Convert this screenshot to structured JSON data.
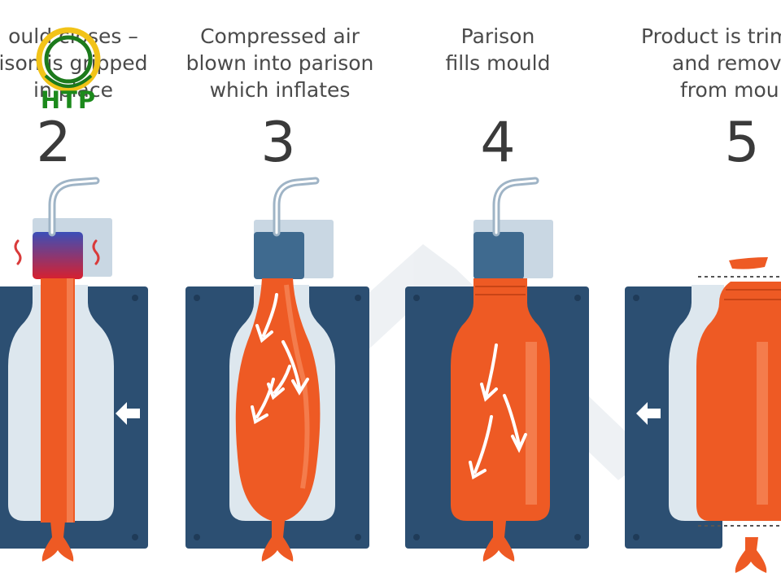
{
  "logo": {
    "text": "HTP",
    "ring_color": "#f2c318",
    "center_color": "#1c7a1c",
    "text_color": "#1c8a1c"
  },
  "steps": [
    {
      "number": "2",
      "caption": [
        "ould closes –",
        "ison is gripped",
        "in place"
      ]
    },
    {
      "number": "3",
      "caption": [
        "Compressed air",
        "blown into parison",
        "which inflates"
      ]
    },
    {
      "number": "4",
      "caption": [
        "Parison",
        "fills mould"
      ]
    },
    {
      "number": "5",
      "caption": [
        "Product is trim",
        "and remov",
        "from mou"
      ]
    }
  ],
  "colors": {
    "mould": "#2c4f72",
    "mould_cavity": "#dde7ee",
    "parison": "#ee5a24",
    "parison_dark": "#c84416",
    "head_block": "#3f6a8f",
    "guide_block": "#c9d7e3",
    "heat": "#d93a3a",
    "arrow": "#ffffff"
  },
  "icons": [
    "air-tube-icon",
    "heat-wave-icon",
    "push-arrow-icon",
    "flow-arrow-icon"
  ]
}
